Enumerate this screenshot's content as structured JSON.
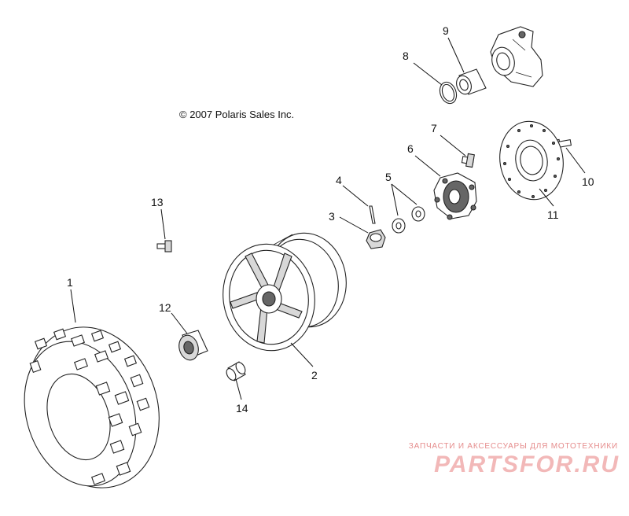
{
  "copyright": "© 2007 Polaris Sales Inc.",
  "callouts": [
    {
      "id": "1",
      "label": "1"
    },
    {
      "id": "2",
      "label": "2"
    },
    {
      "id": "3",
      "label": "3"
    },
    {
      "id": "4",
      "label": "4"
    },
    {
      "id": "5",
      "label": "5"
    },
    {
      "id": "6",
      "label": "6"
    },
    {
      "id": "7",
      "label": "7"
    },
    {
      "id": "8",
      "label": "8"
    },
    {
      "id": "9",
      "label": "9"
    },
    {
      "id": "10",
      "label": "10"
    },
    {
      "id": "11",
      "label": "11"
    },
    {
      "id": "12",
      "label": "12"
    },
    {
      "id": "13",
      "label": "13"
    },
    {
      "id": "14",
      "label": "14"
    }
  ],
  "watermark": {
    "tagline": "ЗАПЧАСТИ И АКСЕССУАРЫ ДЛЯ МОТОТЕХНИКИ",
    "logo": "PARTSFOR.RU",
    "color": "#e58c8c"
  }
}
